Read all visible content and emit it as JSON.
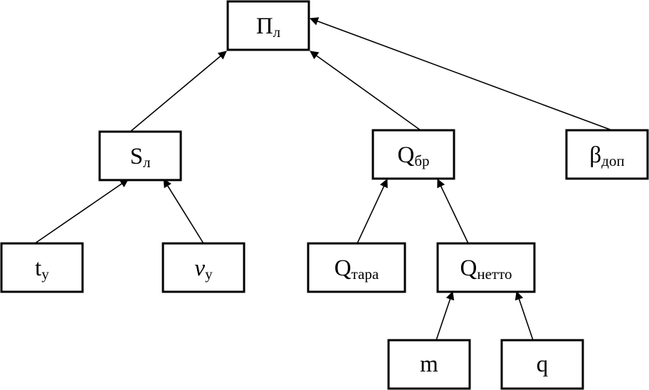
{
  "nodes": {
    "pl": {
      "main": "Π",
      "sub": "л"
    },
    "sl": {
      "main": "S",
      "sub": "л"
    },
    "qbr": {
      "main": "Q",
      "sub": "бр"
    },
    "bdop": {
      "main": "β",
      "sub": "доп"
    },
    "ty": {
      "main": "t",
      "sub": "у"
    },
    "vy": {
      "main": "v",
      "sub": "у"
    },
    "qtara": {
      "main": "Q",
      "sub": "тара"
    },
    "qnetto": {
      "main": "Q",
      "sub": "нетто"
    },
    "m": {
      "main": "m"
    },
    "q": {
      "main": "q"
    }
  },
  "edges": [
    {
      "from": "sl",
      "to": "pl"
    },
    {
      "from": "qbr",
      "to": "pl"
    },
    {
      "from": "bdop",
      "to": "pl"
    },
    {
      "from": "ty",
      "to": "sl"
    },
    {
      "from": "vy",
      "to": "sl"
    },
    {
      "from": "qtara",
      "to": "qbr"
    },
    {
      "from": "qnetto",
      "to": "qbr"
    },
    {
      "from": "m",
      "to": "qnetto"
    },
    {
      "from": "q",
      "to": "qnetto"
    }
  ]
}
